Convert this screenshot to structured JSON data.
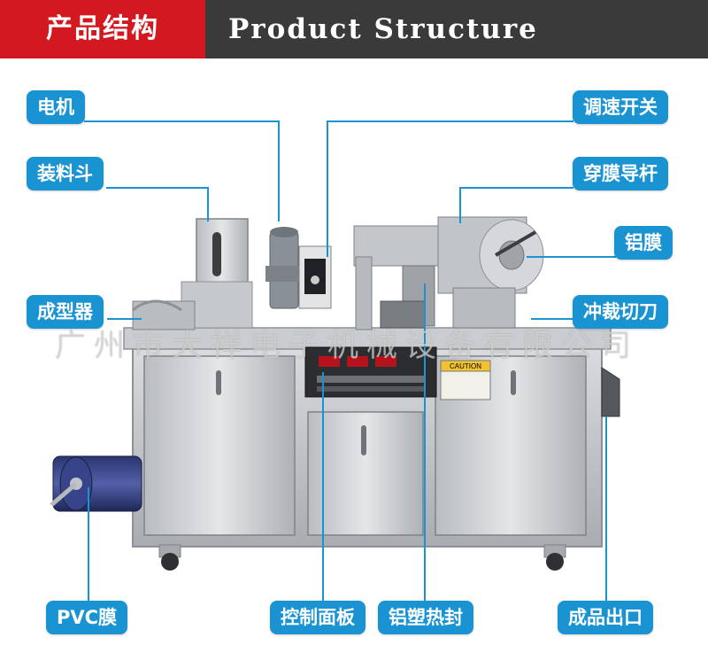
{
  "header": {
    "title_cn": "产品结构",
    "title_en": "Product Structure",
    "accent_color": "#d3181f",
    "bar_color": "#3a3a3a"
  },
  "labels": {
    "motor": "电机",
    "hopper": "装料斗",
    "forming": "成型器",
    "pvc_film": "PVC膜",
    "speed_switch": "调速开关",
    "film_guide": "穿膜导杆",
    "aluminum_film": "铝膜",
    "punch_cutter": "冲裁切刀",
    "control_panel": "控制面板",
    "heat_seal": "铝塑热封",
    "output": "成品出口"
  },
  "label_color": "#1a93d2",
  "machine": {
    "caution_sign": "CAUTION",
    "watermark": "广州市大祥电子机械设备有限公司"
  }
}
